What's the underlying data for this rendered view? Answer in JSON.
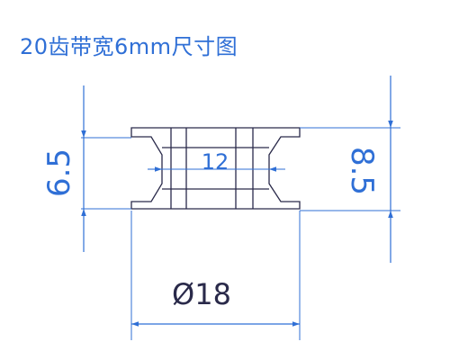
{
  "title": "20齿带宽6mm尺寸图",
  "dimensions": {
    "flange_thickness": "6.5",
    "inner_bore": "12",
    "total_height": "8.5",
    "outer_diameter": "Ø18"
  },
  "colors": {
    "dimension": "#2f6fd6",
    "outline": "#2a2a4a",
    "background": "#ffffff"
  }
}
